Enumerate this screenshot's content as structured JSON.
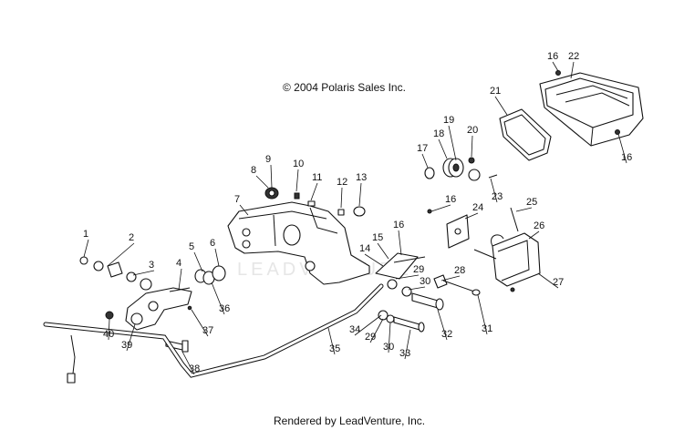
{
  "diagram": {
    "copyright": "© 2004 Polaris Sales Inc.",
    "footer": "Rendered by LeadVenture, Inc.",
    "watermark": "LEADVENTURE",
    "callouts": [
      "1",
      "2",
      "3",
      "4",
      "5",
      "6",
      "7",
      "8",
      "9",
      "10",
      "11",
      "12",
      "13",
      "14",
      "15",
      "16",
      "16",
      "16",
      "16",
      "17",
      "18",
      "19",
      "20",
      "21",
      "22",
      "23",
      "24",
      "25",
      "26",
      "27",
      "28",
      "29",
      "29",
      "30",
      "30",
      "31",
      "32",
      "33",
      "34",
      "35",
      "36",
      "37",
      "38",
      "39",
      "40"
    ]
  }
}
